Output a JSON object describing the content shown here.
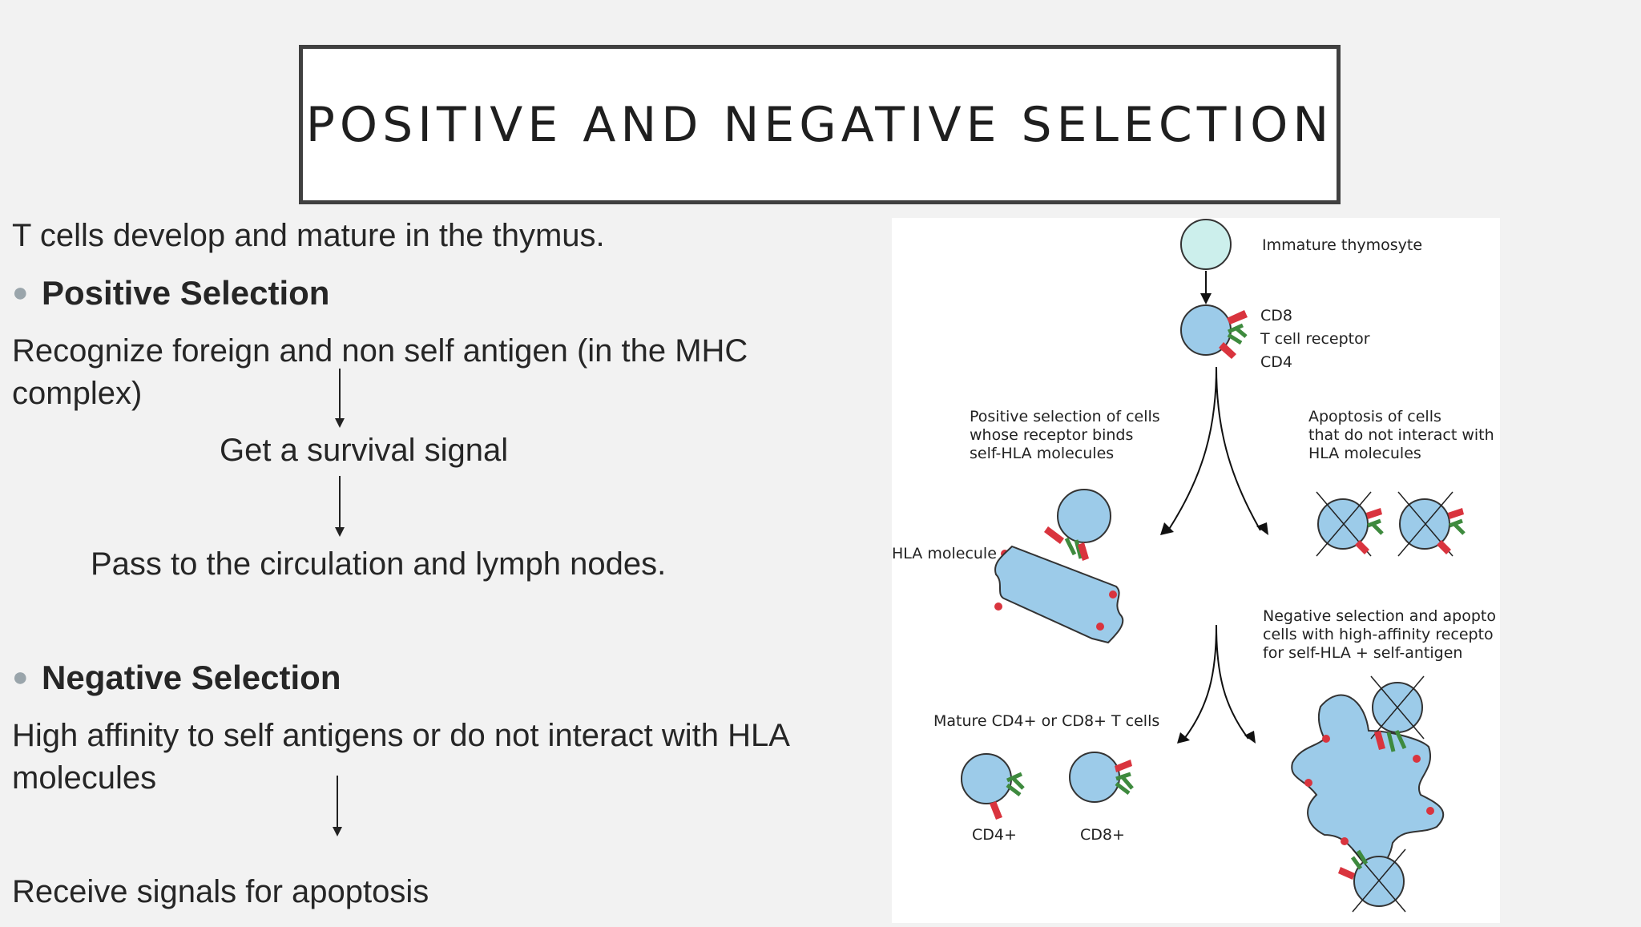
{
  "slide": {
    "title": "POSITIVE AND NEGATIVE SELECTION",
    "intro": "T cells develop and mature in the thymus.",
    "positive": {
      "heading": "Positive Selection",
      "line1": " Recognize foreign and non self antigen (in the MHC",
      "line2": "complex)",
      "step2": "Get a survival signal",
      "step3": "Pass to the circulation and lymph nodes."
    },
    "negative": {
      "heading": "Negative Selection",
      "line1": "High affinity to self antigens or do not interact with HLA",
      "line2": "molecules",
      "step2": "Receive signals for apoptosis"
    }
  },
  "diagram": {
    "immature": "Immature thymosyte",
    "cd8": "CD8",
    "tcr": "T cell receptor",
    "cd4": "CD4",
    "pos_sel_1": "Positive selection of cells",
    "pos_sel_2": "whose receptor binds",
    "pos_sel_3": "self-HLA molecules",
    "apop_1": "Apoptosis of cells",
    "apop_2": "that do not interact with",
    "apop_3": "HLA molecules",
    "hla": "HLA molecule",
    "neg_1": "Negative selection and apopto",
    "neg_2": "cells with high-affinity recepto",
    "neg_3": "for self-HLA + self-antigen",
    "mature": "Mature CD4+ or CD8+ T cells",
    "cd4plus": "CD4+",
    "cd8plus": "CD8+",
    "colors": {
      "cell": "#9ccbe9",
      "immature": "#ccefec",
      "red": "#d9343e",
      "green": "#3e8a3e"
    }
  }
}
